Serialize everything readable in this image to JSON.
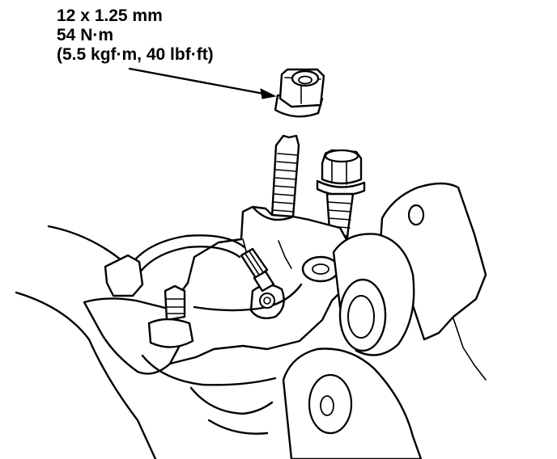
{
  "callout": {
    "size": "12 x 1.25 mm",
    "torque_nm": "54 N·m",
    "torque_alt": "(5.5 kgf·m, 40 lbf·ft)"
  },
  "icons": {
    "flange_nut": "flange-nut-icon",
    "bolt": "flange-bolt-icon",
    "stud": "threaded-stud-icon",
    "leader": "leader-arrow-icon"
  },
  "colors": {
    "line": "#000000",
    "background": "#ffffff"
  }
}
